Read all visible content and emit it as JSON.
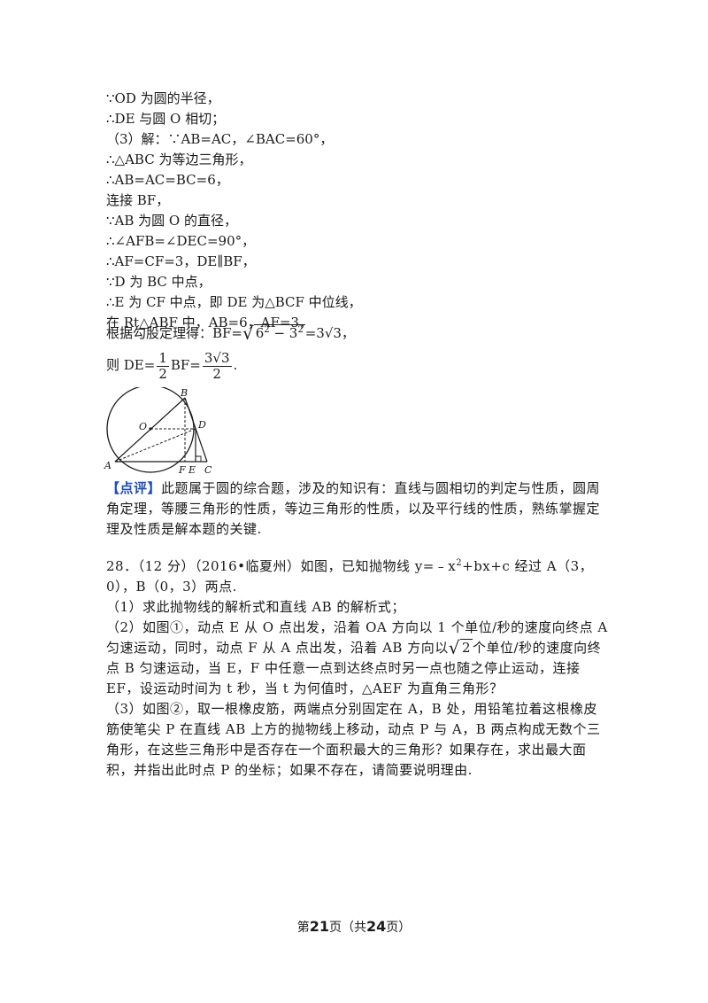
{
  "solution": {
    "lines": [
      "∵OD 为圆的半径，",
      "∴DE 与圆 O 相切；",
      "（3）解：∵AB=AC，∠BAC=60°，",
      "∴△ABC 为等边三角形，",
      "∴AB=AC=BC=6，",
      "连接 BF，",
      "∵AB 为圆 O 的直径，",
      "∴∠AFB=∠DEC=90°，",
      "∴AF=CF=3，DE∥BF，",
      "∵D 为 BC 中点，",
      "∴E 为 CF 中点，即 DE 为△BCF 中位线，",
      "在 Rt△ABF 中，AB=6，AF=3，"
    ],
    "pythag_prefix": "根据勾股定理得：BF=",
    "pythag_radicand_a": "6",
    "pythag_radicand_b": "3",
    "pythag_result": "=3√3，",
    "de_prefix": "则 DE=",
    "de_frac1_num": "1",
    "de_frac1_den": "2",
    "de_mid": "BF=",
    "de_frac2_num": "3√3",
    "de_frac2_den": "2",
    "de_end": "."
  },
  "figure": {
    "labels": {
      "A": "A",
      "B": "B",
      "O": "O",
      "D": "D",
      "F": "F",
      "E": "E",
      "C": "C"
    }
  },
  "comment": {
    "tag": "【点评】",
    "text": "此题属于圆的综合题，涉及的知识有：直线与圆相切的判定与性质，圆周角定理，等腰三角形的性质，等边三角形的性质，以及平行线的性质，熟练掌握定理及性质是解本题的关键."
  },
  "problem": {
    "header_a": "28．（12 分）（2016•临夏州）如图，已知抛物线 y=﹣x",
    "header_exp": "2",
    "header_b": "+bx+c 经过 A（3，0），B（0，3）两点.",
    "part1": "（1）求此抛物线的解析式和直线 AB 的解析式；",
    "part2_a": "（2）如图①，动点 E 从 O 点出发，沿着 OA 方向以 1 个单位/秒的速度向终点 A 匀速运动，同时，动点 F 从 A 点出发，沿着 AB 方向以",
    "part2_rad": "2",
    "part2_b": "个单位/秒的速度向终点 B 匀速运动，当 E，F 中任意一点到达终点时另一点也随之停止运动，连接 EF，设运动时间为 t 秒，当 t 为何值时，△AEF 为直角三角形？",
    "part3": "（3）如图②，取一根橡皮筋，两端点分别固定在 A，B 处，用铅笔拉着这根橡皮筋使笔尖 P 在直线 AB 上方的抛物线上移动，动点 P 与 A，B 两点构成无数个三角形，在这些三角形中是否存在一个面积最大的三角形？如果存在，求出最大面积，并指出此时点 P 的坐标；如果不存在，请简要说明理由."
  },
  "footer": {
    "prefix": "第",
    "page": "21",
    "mid": "页（共",
    "total": "24",
    "suffix": "页）"
  }
}
